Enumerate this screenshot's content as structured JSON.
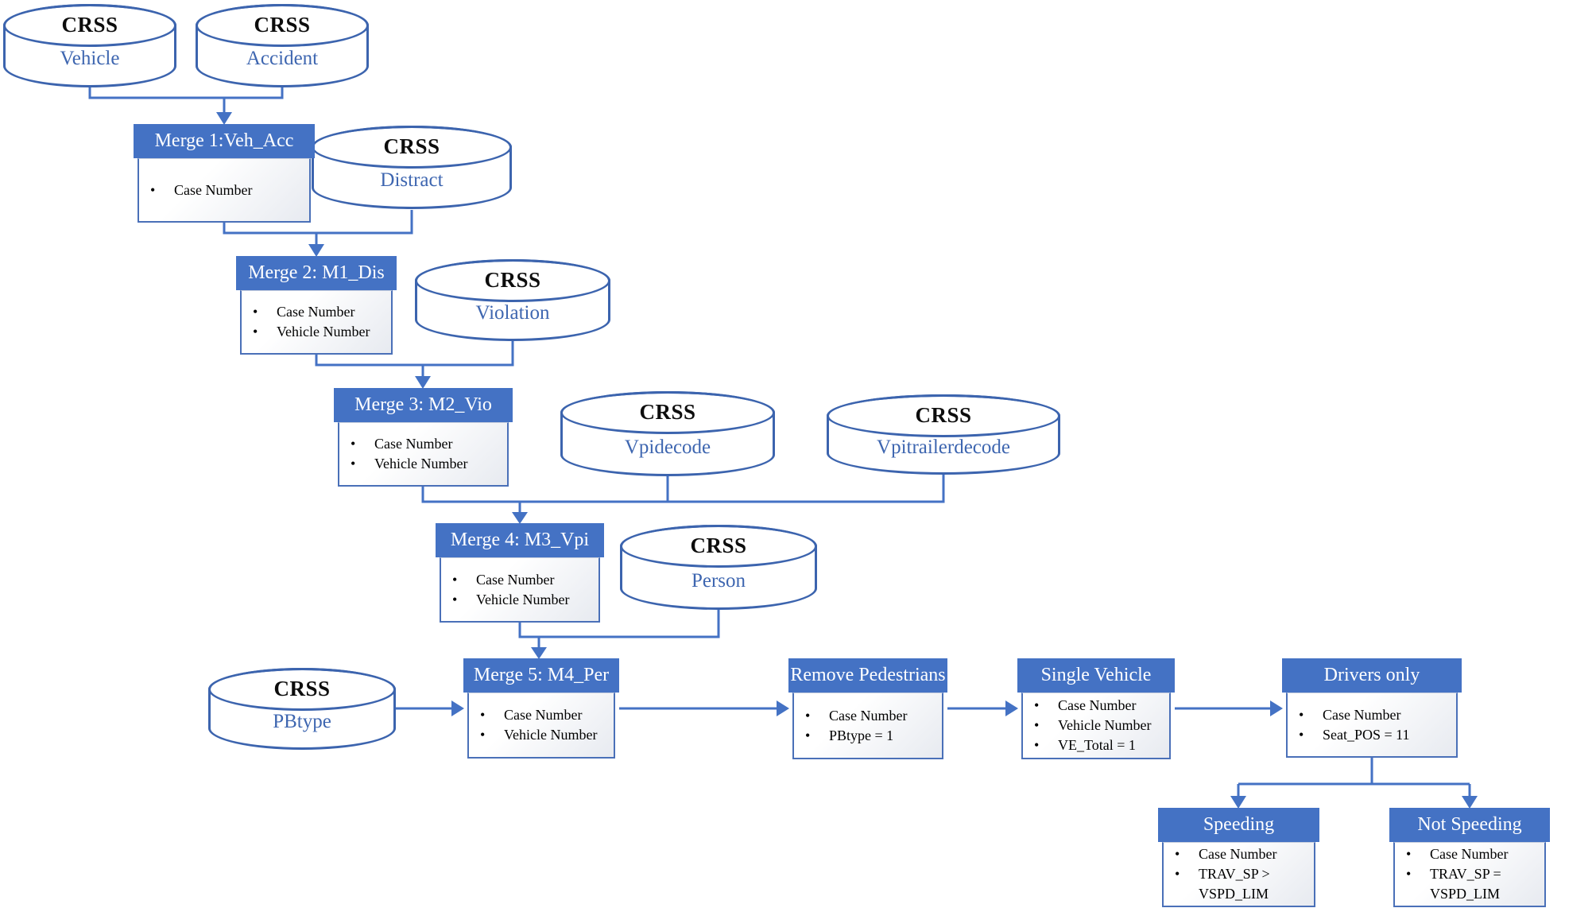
{
  "diagram": {
    "cylinders": [
      {
        "db": "CRSS",
        "name": "Vehicle"
      },
      {
        "db": "CRSS",
        "name": "Accident"
      },
      {
        "db": "CRSS",
        "name": "Distract"
      },
      {
        "db": "CRSS",
        "name": "Violation"
      },
      {
        "db": "CRSS",
        "name": "Vpidecode"
      },
      {
        "db": "CRSS",
        "name": "Vpitrailerdecode"
      },
      {
        "db": "CRSS",
        "name": "Person"
      },
      {
        "db": "CRSS",
        "name": "PBtype"
      }
    ],
    "boxes": [
      {
        "title": "Merge 1:Veh_Acc",
        "bullets": [
          "Case Number"
        ]
      },
      {
        "title": "Merge 2: M1_Dis",
        "bullets": [
          "Case Number",
          "Vehicle Number"
        ]
      },
      {
        "title": "Merge 3: M2_Vio",
        "bullets": [
          "Case Number",
          "Vehicle Number"
        ]
      },
      {
        "title": "Merge 4: M3_Vpi",
        "bullets": [
          "Case Number",
          "Vehicle Number"
        ]
      },
      {
        "title": "Merge 5: M4_Per",
        "bullets": [
          "Case Number",
          "Vehicle Number"
        ]
      },
      {
        "title": "Remove Pedestrians",
        "bullets": [
          "Case Number",
          "PBtype = 1"
        ]
      },
      {
        "title": "Single Vehicle",
        "bullets": [
          "Case Number",
          "Vehicle Number",
          "VE_Total = 1"
        ]
      },
      {
        "title": "Drivers only",
        "bullets": [
          "Case Number",
          "Seat_POS = 11"
        ]
      },
      {
        "title": "Speeding",
        "bullets": [
          "Case Number",
          "TRAV_SP > VSPD_LIM"
        ]
      },
      {
        "title": "Not Speeding",
        "bullets": [
          "Case Number",
          "TRAV_SP = VSPD_LIM"
        ]
      }
    ],
    "colors": {
      "header_fill": "#4472C4",
      "outline_blue": "#3C64AE",
      "label_blue": "#3E66B0",
      "connector_blue": "#4472C4",
      "db_title_text": "#0D0D0D",
      "bullet_text": "#000000",
      "header_text": "#FFFFFF"
    }
  }
}
